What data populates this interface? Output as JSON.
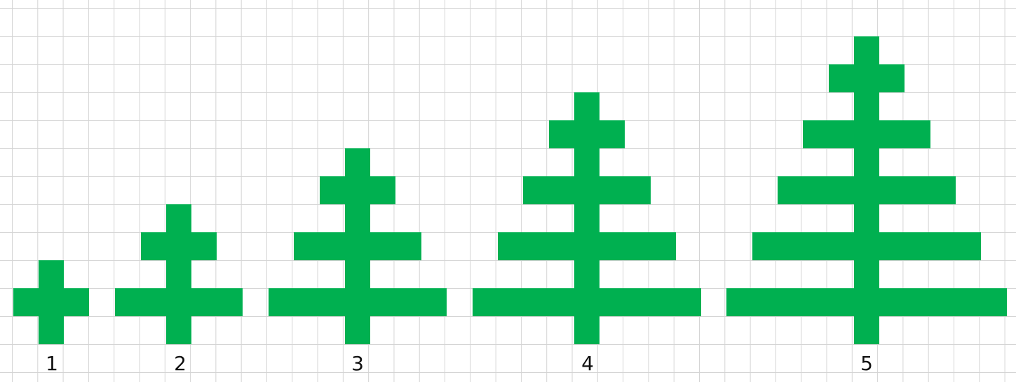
{
  "trees": [
    {
      "label": "1",
      "levels": 1
    },
    {
      "label": "2",
      "levels": 2
    },
    {
      "label": "3",
      "levels": 3
    },
    {
      "label": "4",
      "levels": 4
    },
    {
      "label": "5",
      "levels": 5
    }
  ],
  "colors": {
    "tree": "#00b050",
    "grid": "#d4d4d4",
    "background": "#ffffff"
  }
}
